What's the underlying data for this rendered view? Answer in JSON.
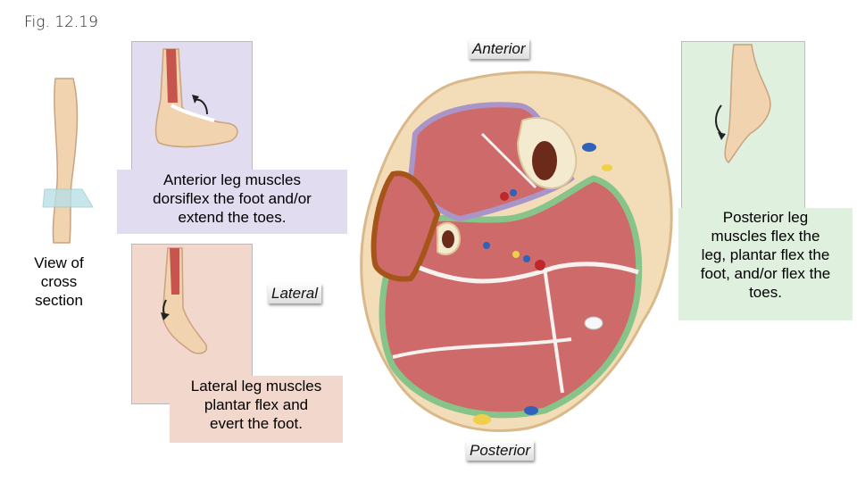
{
  "figure_label": "Fig. 12.19",
  "labels": {
    "anterior": "Anterior",
    "posterior": "Posterior",
    "lateral": "Lateral",
    "view_of_cross_section": "View of\ncross\nsection"
  },
  "captions": {
    "anterior": "Anterior leg muscles\ndorsiflex the foot and/or\nextend the toes.",
    "lateral": "Lateral leg muscles\nplantar flex and\nevert the foot.",
    "posterior": "Posterior leg\nmuscles flex the\nleg, plantar flex the\nfoot, and/or flex the\ntoes."
  },
  "colors": {
    "anterior_panel": "#e2dcf0",
    "lateral_panel": "#f2d7cc",
    "posterior_panel": "#dff0df",
    "anterior_compartment": "#a995c8",
    "lateral_compartment": "#a5541a",
    "posterior_compartment": "#86c48a",
    "muscle": "#cf6a6a",
    "skin": "#f3dcb8"
  },
  "icons": [
    "leg-illustration",
    "foot-dorsiflex-illustration",
    "foot-evert-illustration",
    "foot-plantarflex-illustration",
    "rotation-arrow-icon"
  ]
}
